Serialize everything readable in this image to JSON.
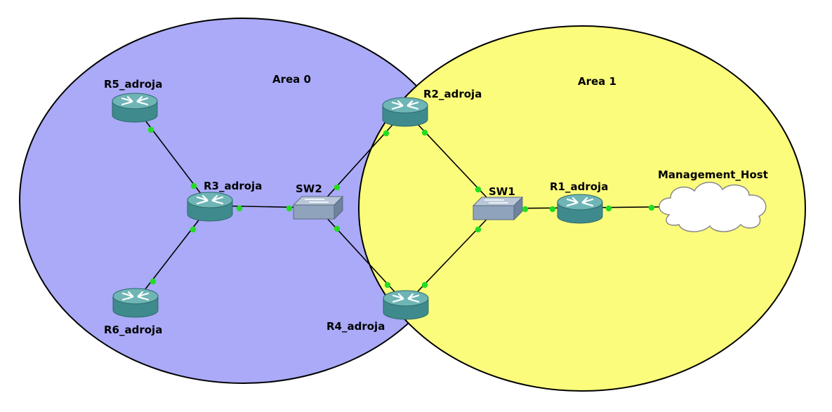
{
  "areas": [
    {
      "id": "area0",
      "label": "Area 0",
      "color": "#aaaaf8"
    },
    {
      "id": "area1",
      "label": "Area 1",
      "color": "#fcfc7c"
    }
  ],
  "nodes": [
    {
      "id": "r5",
      "type": "router",
      "label": "R5_adroja"
    },
    {
      "id": "r6",
      "type": "router",
      "label": "R6_adroja"
    },
    {
      "id": "r3",
      "type": "router",
      "label": "R3_adroja"
    },
    {
      "id": "sw2",
      "type": "switch",
      "label": "SW2"
    },
    {
      "id": "r2",
      "type": "router",
      "label": "R2_adroja"
    },
    {
      "id": "r4",
      "type": "router",
      "label": "R4_adroja"
    },
    {
      "id": "sw1",
      "type": "switch",
      "label": "SW1"
    },
    {
      "id": "r1",
      "type": "router",
      "label": "R1_adroja"
    },
    {
      "id": "mgmt",
      "type": "cloud",
      "label": "Management_Host"
    }
  ],
  "links": [
    {
      "from": "r5",
      "to": "r3"
    },
    {
      "from": "r6",
      "to": "r3"
    },
    {
      "from": "r3",
      "to": "sw2"
    },
    {
      "from": "sw2",
      "to": "r2"
    },
    {
      "from": "sw2",
      "to": "r4"
    },
    {
      "from": "r2",
      "to": "sw1"
    },
    {
      "from": "r4",
      "to": "sw1"
    },
    {
      "from": "sw1",
      "to": "r1"
    },
    {
      "from": "r1",
      "to": "mgmt"
    }
  ],
  "colors": {
    "router_body": "#3f8a8c",
    "router_top": "#6fb5b6",
    "switch_body": "#8fa3bd",
    "cloud_fill": "#ffffff",
    "port_dot": "#22dd22"
  },
  "icons": {
    "router": "router-icon",
    "switch": "switch-icon",
    "cloud": "cloud-icon"
  }
}
